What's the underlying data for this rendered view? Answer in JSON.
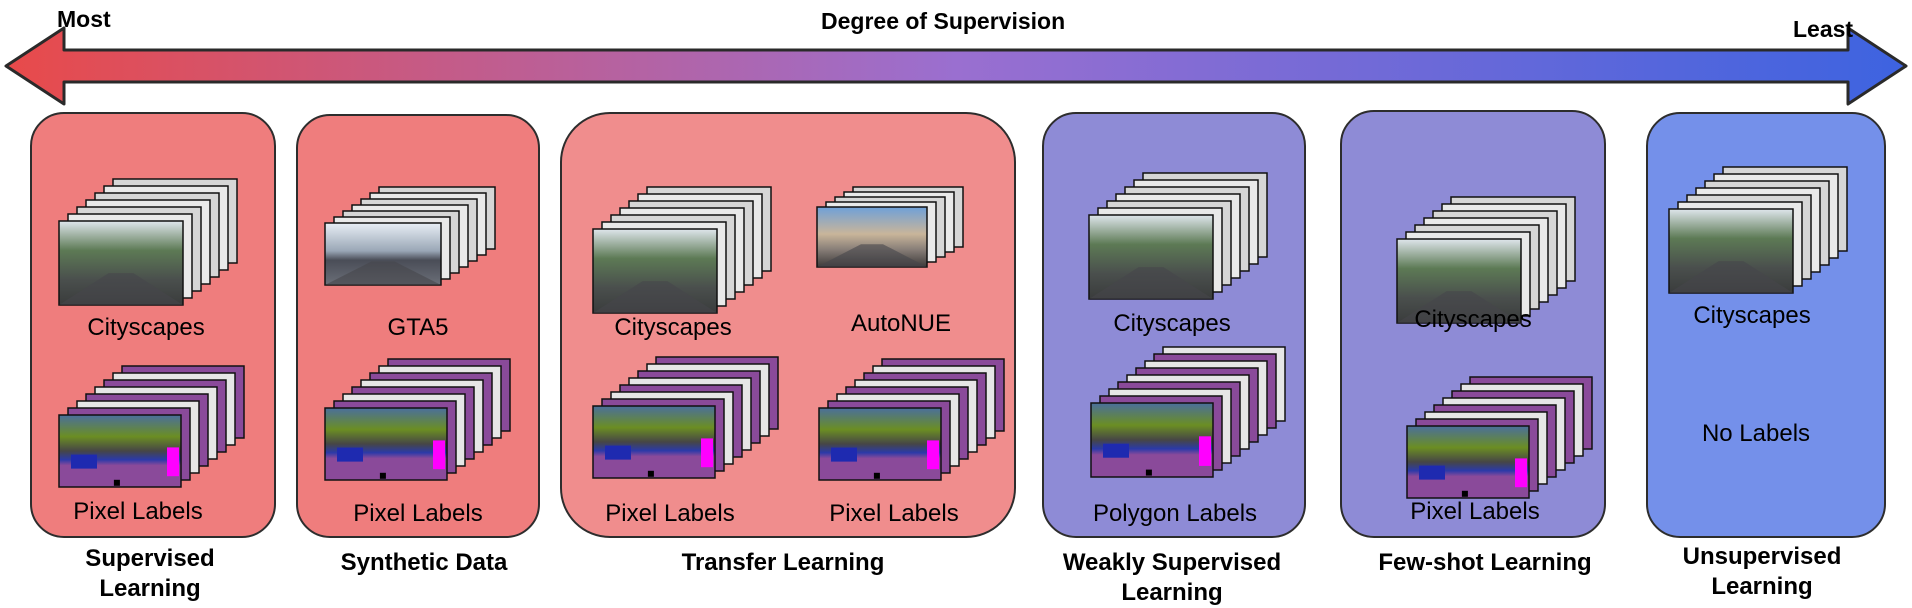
{
  "header": {
    "title": "Degree of Supervision",
    "left_end": "Most",
    "right_end": "Least"
  },
  "colors": {
    "arrow_left": "#e84a4a",
    "arrow_right": "#3d63e0",
    "panel_red": "#ef7d7d",
    "panel_red_light": "#f08d8d",
    "panel_purple": "#8e8bd6",
    "panel_blue": "#7490ea"
  },
  "panels": [
    {
      "category": [
        "Supervised",
        "Learning"
      ],
      "top_label": "Cityscapes",
      "bottom_label": "Pixel Labels",
      "top_image": "cityscapes-street-photo",
      "bottom_image": "pixel-label-segmentation"
    },
    {
      "category": [
        "Synthetic Data"
      ],
      "top_label": "GTA5",
      "bottom_label": "Pixel Labels",
      "top_image": "gta5-game-frame",
      "bottom_image": "pixel-label-segmentation"
    },
    {
      "category": [
        "Transfer Learning"
      ],
      "left_top_label": "Cityscapes",
      "right_top_label": "AutoNUE",
      "left_bottom_label": "Pixel Labels",
      "right_bottom_label": "Pixel Labels",
      "top_image": "cityscapes-street-photo",
      "right_image": "autonue-street-photo",
      "bottom_image": "pixel-label-segmentation"
    },
    {
      "category": [
        "Weakly Supervised",
        "Learning"
      ],
      "top_label": "Cityscapes",
      "bottom_label": "Polygon Labels",
      "top_image": "cityscapes-street-photo",
      "bottom_image": "polygon-label-segmentation"
    },
    {
      "category": [
        "Few-shot Learning"
      ],
      "top_label": "Cityscapes",
      "bottom_label": "Pixel Labels",
      "top_image": "cityscapes-street-photo",
      "bottom_image": "pixel-label-segmentation"
    },
    {
      "category": [
        "Unsupervised",
        "Learning"
      ],
      "top_label": "Cityscapes",
      "bottom_label": "No Labels",
      "top_image": "cityscapes-street-photo"
    }
  ]
}
